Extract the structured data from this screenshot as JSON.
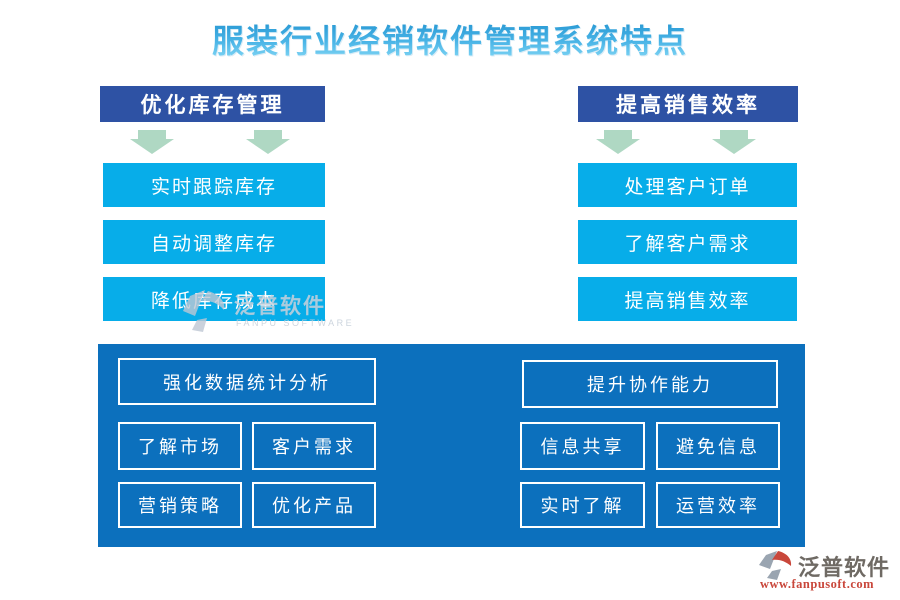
{
  "title": "服装行业经销软件管理系统特点",
  "colors": {
    "page_bg": "#ffffff",
    "title_top": "#1E90CE",
    "title_bottom": "#8ADBF7",
    "header_bar": "#2E52A4",
    "item_box": "#07ADE9",
    "panel_bg": "#0C70BD",
    "panel_border": "#ffffff",
    "arrow": "#AFD8C3",
    "watermark": "rgba(200,208,218,0.85)",
    "logo_text": "#6F6A64",
    "logo_accent": "#C9473B"
  },
  "icons": {
    "arrow": "down-arrow-icon",
    "watermark_logo": "fanpu-swoosh-icon",
    "footer_logo": "fanpu-swoosh-icon"
  },
  "columns": [
    {
      "header": "优化库存管理",
      "items": [
        "实时跟踪库存",
        "自动调整库存",
        "降低库存成本"
      ]
    },
    {
      "header": "提高销售效率",
      "items": [
        "处理客户订单",
        "了解客户需求",
        "提高销售效率"
      ]
    }
  ],
  "panel": {
    "groups": [
      {
        "header": "强化数据统计分析",
        "items": [
          "了解市场",
          "客户需求",
          "营销策略",
          "优化产品"
        ]
      },
      {
        "header": "提升协作能力",
        "items": [
          "信息共享",
          "避免信息",
          "实时了解",
          "运营效率"
        ]
      }
    ]
  },
  "watermark": {
    "name": "泛普软件",
    "subtitle": "FANPU SOFTWARE"
  },
  "footer_logo": {
    "name": "泛普软件",
    "url": "www.fanpusoft.com"
  }
}
